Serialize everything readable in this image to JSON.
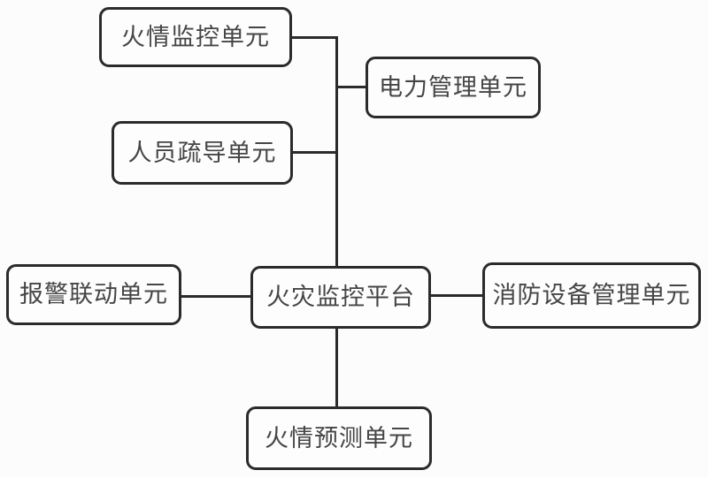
{
  "diagram": {
    "type": "block-diagram",
    "nodes": {
      "fire_monitoring": {
        "label": "火情监控单元"
      },
      "power_management": {
        "label": "电力管理单元"
      },
      "personnel_evacuation": {
        "label": "人员疏导单元"
      },
      "alarm_linkage": {
        "label": "报警联动单元"
      },
      "platform": {
        "label": "火灾监控平台"
      },
      "equipment_management": {
        "label": "消防设备管理单元"
      },
      "fire_prediction": {
        "label": "火情预测单元"
      }
    },
    "edges": [
      {
        "from": "fire_monitoring",
        "to": "platform"
      },
      {
        "from": "power_management",
        "to": "platform"
      },
      {
        "from": "personnel_evacuation",
        "to": "platform"
      },
      {
        "from": "alarm_linkage",
        "to": "platform"
      },
      {
        "from": "equipment_management",
        "to": "platform"
      },
      {
        "from": "fire_prediction",
        "to": "platform"
      }
    ],
    "colors": {
      "line": "#2b2b2b",
      "border": "#2b2b2b",
      "text": "#454545",
      "background": "#fcfcfc"
    }
  }
}
